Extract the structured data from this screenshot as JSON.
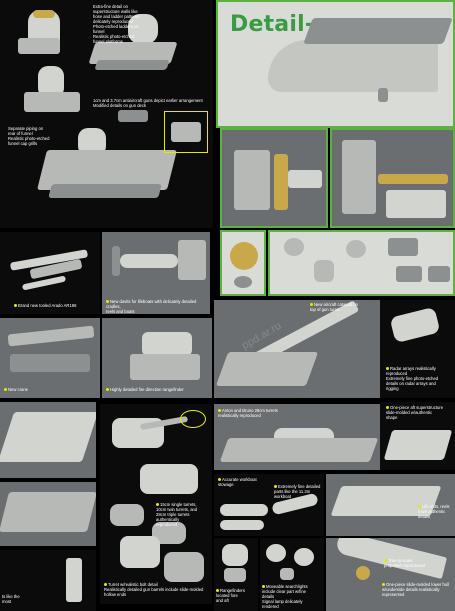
{
  "heading": "Detail-up",
  "captions": {
    "funnel": "Extra-fine detail on\nsuperstructure walls like\nhose and ladder patterns\ndelicately reproduced\nPhoto-etched ladders on\nfunnel\nRealistic photo-etched\nfunnel platforms",
    "guns": "1cm and 3.7cm antiaircraft guns depict earlier arrangement\nModified details on gun deck",
    "piping": "Separate piping on\nrear of funnel\nRealistic photo-etched\nfunnel cap grills",
    "arado": "Brand new tooled Arado AR196",
    "davits": "New davits for lifeboats with delicately detailed cradles,\nreels and boats",
    "catapult": "New aircraft catapult on\ntop of gun turret",
    "radar": "Radar arrays realistically\nreproduced\nExtremely fine photo-etched\ndetails on radar arrays and\nrigging",
    "crane": "New crane",
    "rangefinder": "Highly detailed fire direction rangefinder",
    "anton": "Anton and Bruno 28cm turrets\nrealistically reproduced",
    "superstructure": "One-piece aft superstructure\nslide-molded w/authentic\nshape",
    "guns15": "15cm single turrets,\n10cm twin turrets, and\n28cm triple turrets authentically\nreproduced",
    "workboat": "Accurate workboat\nstowage",
    "boats": "Extremely fine detailed\nparts like the 11.3m\nworkboat",
    "liferafts": "Life rafts, reels\nhave authentic\ndetails",
    "turret": "Turret w/realistic bolt detail\nRealistically detailed gun barrels include slide-molded\nhollow ends",
    "rangefinders": "Rangefinders\nlocated fore\nand aft",
    "searchlights": "Moveable searchlights\ninclude clear part w/fine\ndetails\nSignal lamp delicately\nrendered",
    "propellers": "True-to-scale\npropellers reproduced",
    "hull": "One-piece slide-molded lower hull\nw/underside details realistically\nrepresented",
    "bottomleft": "ts like the\nmost"
  },
  "watermark": "ppd.ar.ru"
}
